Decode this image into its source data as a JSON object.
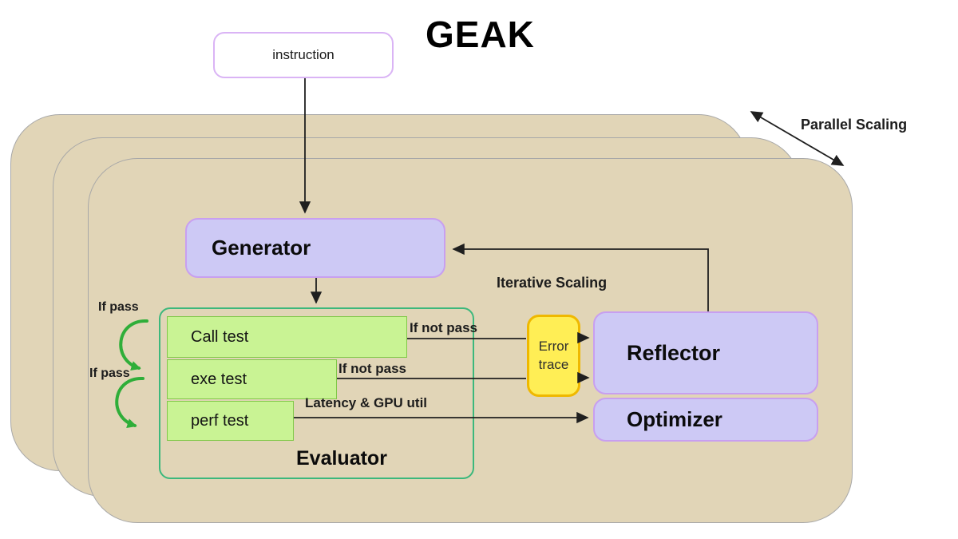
{
  "title": "GEAK",
  "instruction_label": "instruction",
  "labels": {
    "parallel_scaling": "Parallel Scaling",
    "iterative_scaling": "Iterative Scaling",
    "if_pass_top": "If pass",
    "if_pass_bottom": "If pass",
    "if_not_pass_call": "If not pass",
    "if_not_pass_exe": "If not pass",
    "latency": "Latency & GPU util"
  },
  "nodes": {
    "generator": "Generator",
    "evaluator": "Evaluator",
    "reflector": "Reflector",
    "optimizer": "Optimizer",
    "error_trace": "Error trace",
    "tests": [
      {
        "label": "Call test"
      },
      {
        "label": "exe test"
      },
      {
        "label": "perf test"
      }
    ]
  },
  "theme": {
    "card_bg": "#e1d5b7",
    "card_border": "#a8a8a8",
    "purple_bg": "#cdc9f5",
    "purple_border": "#c89ff0",
    "instr_border": "#dab4f5",
    "green_bg": "#c9f394",
    "green_border": "#80c848",
    "eval_border": "#3cb87c",
    "yellow_bg": "#ffee55",
    "yellow_border": "#efb800",
    "arrow_dark": "#1f1f1f",
    "arrow_green": "#2fae39",
    "text_dark": "#1c1c1c"
  }
}
